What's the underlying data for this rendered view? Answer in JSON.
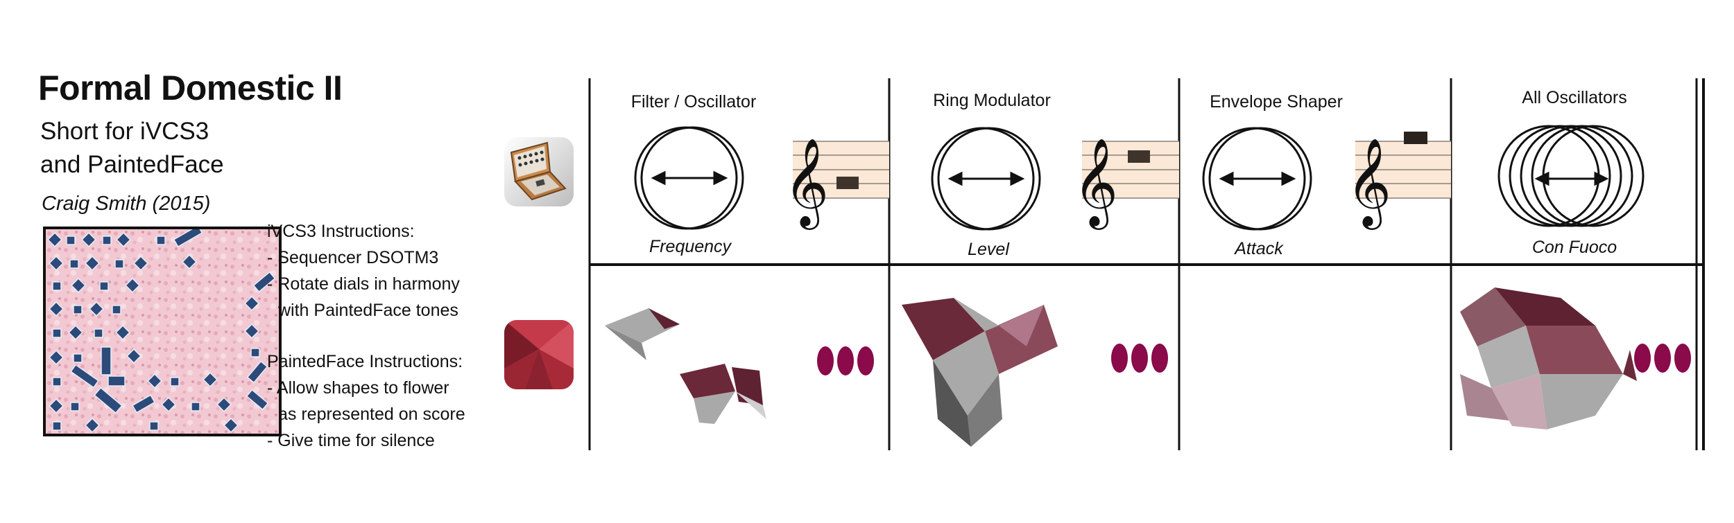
{
  "title": "Formal Domestic II",
  "subtitle_line1": "Short for iVCS3",
  "subtitle_line2": "and PaintedFace",
  "composer": "Craig Smith (2015)",
  "ivcs3_instructions": {
    "heading": "iVCS3 Instructions:",
    "items": [
      "- Sequencer DSOTM3",
      "- Rotate dials in harmony",
      "with PaintedFace tones"
    ]
  },
  "paintedface_instructions": {
    "heading": "PaintedFace Instructions:",
    "items": [
      "- Allow shapes to flower",
      "as represented on score",
      "- Give time for silence"
    ]
  },
  "sections": [
    {
      "label": "Filter / Oscillator",
      "param": "Frequency",
      "rings": 2
    },
    {
      "label": "Ring Modulator",
      "param": "Level",
      "rings": 2
    },
    {
      "label": "Envelope Shaper",
      "param": "Attack",
      "rings": 2
    },
    {
      "label": "All Oscillators",
      "param": "Con Fuoco",
      "rings": 5
    }
  ],
  "icons": {
    "top_row": "synthesizer-app-icon",
    "bottom_row": "paintedface-app-icon"
  },
  "colors": {
    "accent_maroon": "#8a0a4a",
    "staff_background": "#fbe8d6",
    "note_block": "#3f342c",
    "shape_dark": "#5e2232",
    "shape_grey": "#a9a9a9"
  }
}
